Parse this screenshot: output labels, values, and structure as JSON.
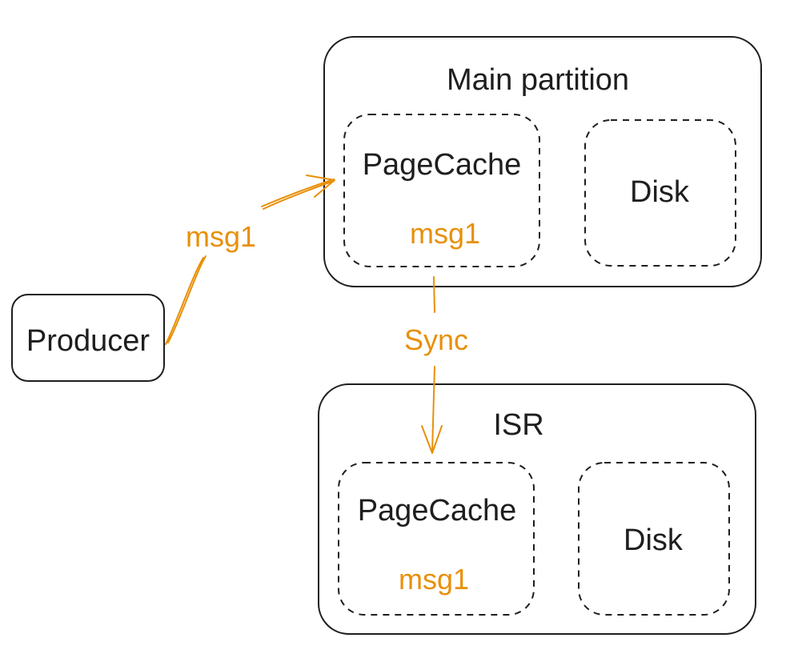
{
  "producer": {
    "label": "Producer"
  },
  "main_partition": {
    "title": "Main partition",
    "pagecache": {
      "label": "PageCache",
      "message": "msg1"
    },
    "disk": {
      "label": "Disk"
    }
  },
  "isr": {
    "title": "ISR",
    "pagecache": {
      "label": "PageCache",
      "message": "msg1"
    },
    "disk": {
      "label": "Disk"
    }
  },
  "edges": {
    "produce": {
      "label": "msg1"
    },
    "sync": {
      "label": "Sync"
    }
  },
  "colors": {
    "accent": "#e8900a",
    "stroke": "#1e1e1e"
  }
}
